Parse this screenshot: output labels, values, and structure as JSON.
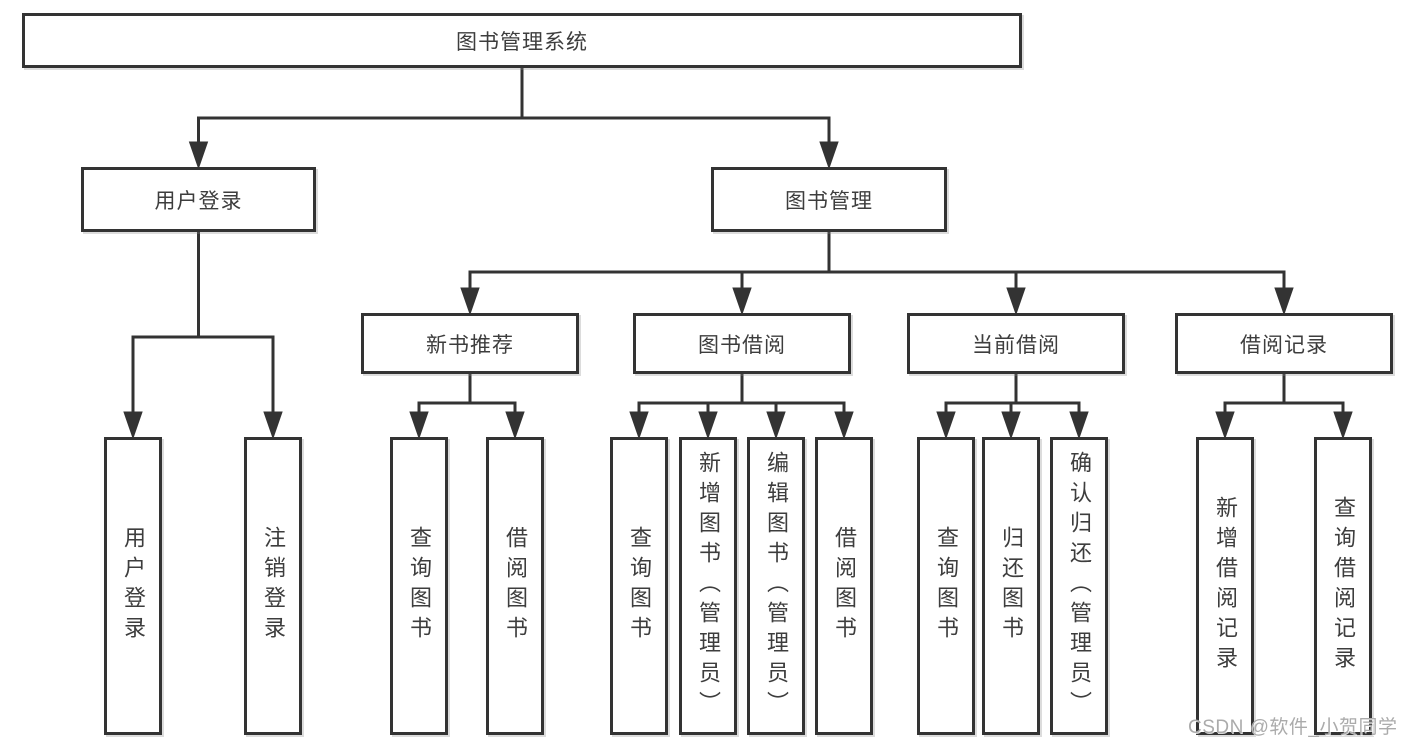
{
  "diagram_title": "图书管理系统",
  "tree": {
    "root": {
      "label": "图书管理系统",
      "children": [
        {
          "label": "用户登录",
          "children": [
            {
              "label": "用户登录"
            },
            {
              "label": "注销登录"
            }
          ]
        },
        {
          "label": "图书管理",
          "children": [
            {
              "label": "新书推荐",
              "children": [
                {
                  "label": "查询图书"
                },
                {
                  "label": "借阅图书"
                }
              ]
            },
            {
              "label": "图书借阅",
              "children": [
                {
                  "label": "查询图书"
                },
                {
                  "label": "新增图书（管理员）"
                },
                {
                  "label": "编辑图书（管理员）"
                },
                {
                  "label": "借阅图书"
                }
              ]
            },
            {
              "label": "当前借阅",
              "children": [
                {
                  "label": "查询图书"
                },
                {
                  "label": "归还图书"
                },
                {
                  "label": "确认归还（管理员）"
                }
              ]
            },
            {
              "label": "借阅记录",
              "children": [
                {
                  "label": "新增借阅记录"
                },
                {
                  "label": "查询借阅记录"
                }
              ]
            }
          ]
        }
      ]
    }
  },
  "watermark": "CSDN @软件_小贺同学",
  "colors": {
    "line": "#333333",
    "box_border": "#333333",
    "box_bg": "#ffffff",
    "text": "#3d3d3d",
    "watermark": "#ababab",
    "background": "#ffffff"
  }
}
